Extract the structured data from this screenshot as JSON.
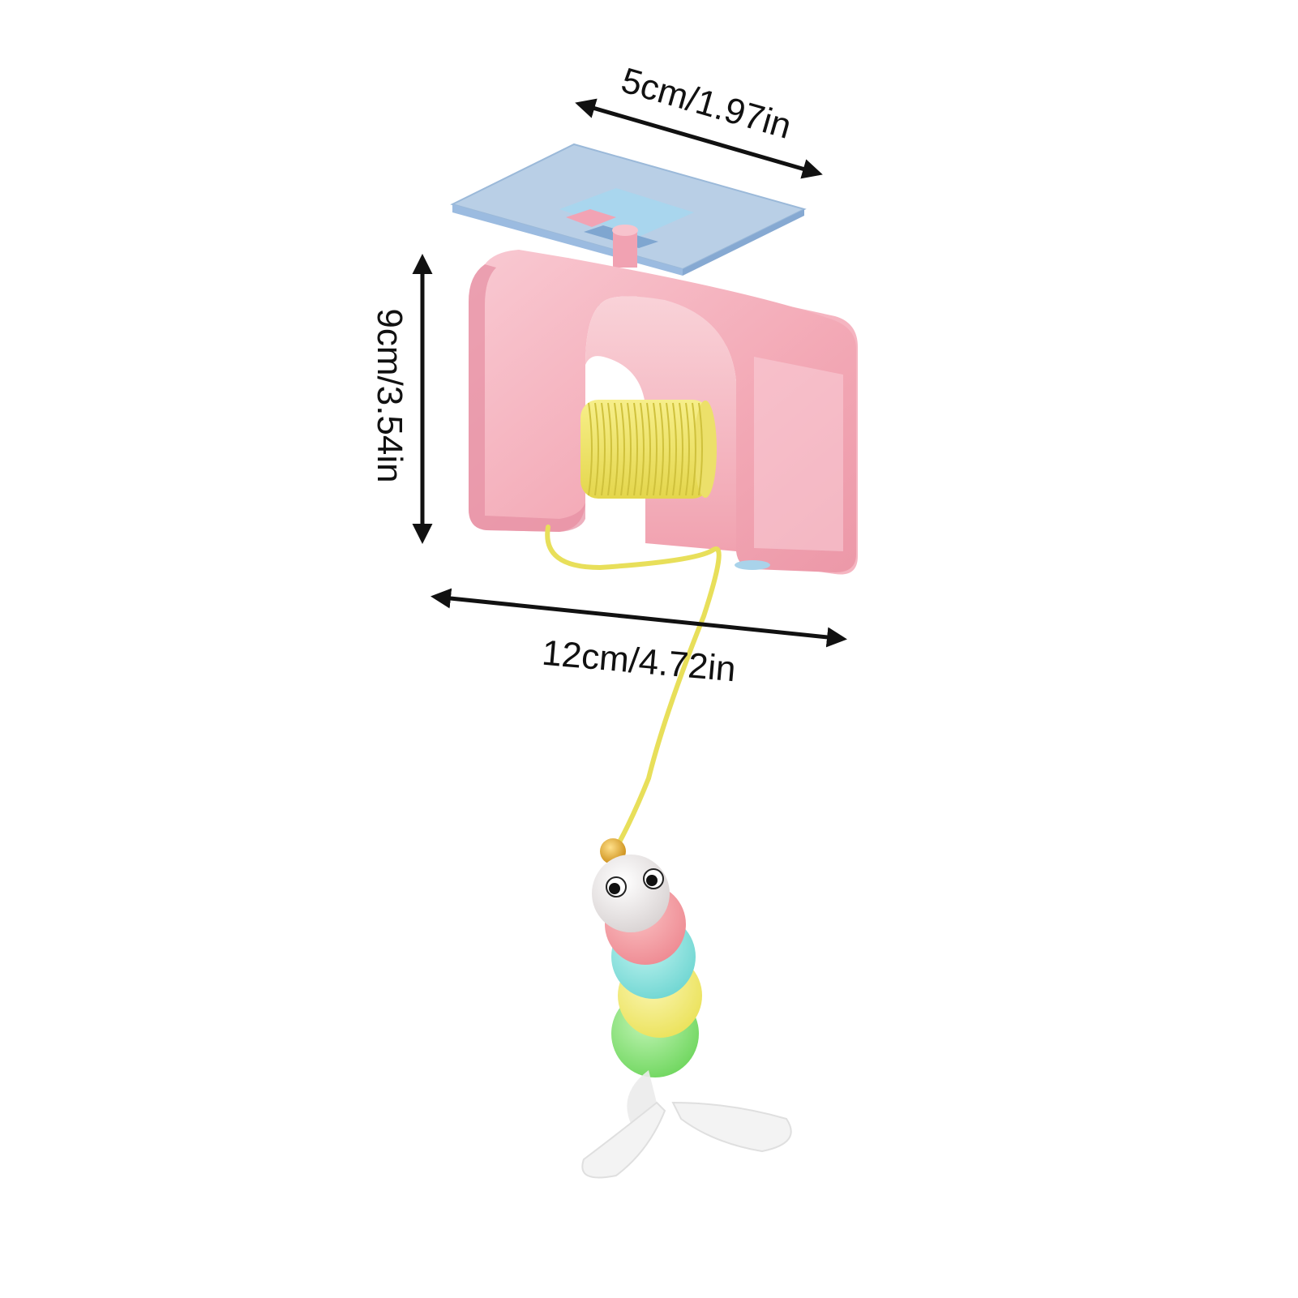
{
  "dimensions": {
    "top_width": "5cm/1.97in",
    "height": "9cm/3.54in",
    "bottom_width": "12cm/4.72in"
  },
  "colors": {
    "body": "#f3a9b6",
    "body_light": "#f8c6cf",
    "body_shadow": "#e3899a",
    "mount_plate": "#b9cfe6",
    "mount_edge": "#8fb2d6",
    "spring": "#f2e66a",
    "string": "#e8df5a",
    "bell": "#e4a92a",
    "head": "#f2f2f2",
    "seg_pink": "#f5a1a6",
    "seg_cyan": "#8fe3e0",
    "seg_yellow": "#f6ef7a",
    "seg_green": "#8fe37e",
    "feather": "#f0f0f0",
    "arrow": "#111111"
  }
}
